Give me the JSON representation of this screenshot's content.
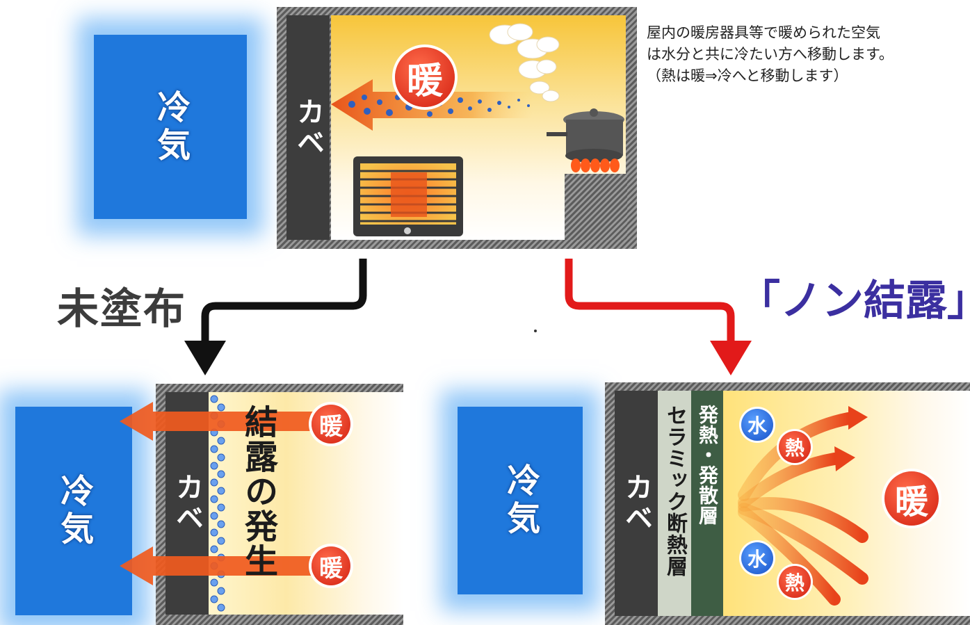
{
  "top": {
    "cold_label": "冷気",
    "wall_label": "カベ",
    "warm_label": "暖",
    "description": [
      "屋内の暖房器具等で暖められた空気",
      "は水分と共に冷たい方へ移動します。",
      "（熱は暖⇒冷へと移動します）"
    ]
  },
  "left_branch": {
    "title": "未塗布",
    "cold_label": "冷気",
    "wall_label": "カベ",
    "condensation_label": "結露の発生",
    "warm_label_1": "暖",
    "warm_label_2": "暖"
  },
  "right_branch": {
    "title": "「ノン結露」",
    "cold_label": "冷気",
    "wall_label": "カベ",
    "layer_ceramic": "セラミック断熱層",
    "layer_heat": "発熱・発散層",
    "water_label_1": "水",
    "heat_label_1": "熱",
    "water_label_2": "水",
    "heat_label_2": "熱",
    "warm_label": "暖"
  },
  "colors": {
    "cold_blue": "#1f78dc",
    "warm_red": "#d21f10",
    "arrow_orange": "#f05a1e",
    "nonketsuro_purple": "#3b2fa0",
    "wall_dark": "#3d3d3d"
  }
}
